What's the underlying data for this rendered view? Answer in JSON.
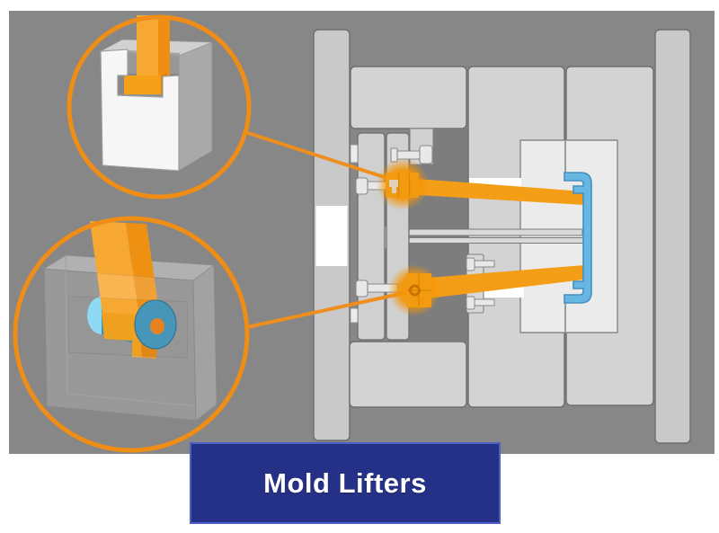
{
  "banner": {
    "label": "Mold Lifters",
    "background_color": "#253186",
    "border_color": "#4C5FC4",
    "text_color": "#FFFFFF"
  },
  "diagram": {
    "type": "technical-illustration",
    "subject": "injection-mold-cross-section-with-lifters",
    "callouts": [
      {
        "name": "lifter-blade-in-insert-detail"
      },
      {
        "name": "lifter-pivot-pin-detail"
      }
    ],
    "colors": {
      "canvas_gray": "#878787",
      "plate_gray": "#D3D3D3",
      "clamp_plate_gray": "#C9C9C9",
      "core_block_gray": "#EBEBEB",
      "dark_gap_gray": "#7D7D7D",
      "accent_orange": "#EF8D17",
      "lifter_orange": "#F49D16",
      "glow_orange": "#F59404",
      "molded_part_blue": "#67B7E4",
      "pivot_teal": "#4796BA",
      "pivot_highlight_blue": "#8ED9F4",
      "pivot_center_orange": "#E8821E"
    }
  }
}
